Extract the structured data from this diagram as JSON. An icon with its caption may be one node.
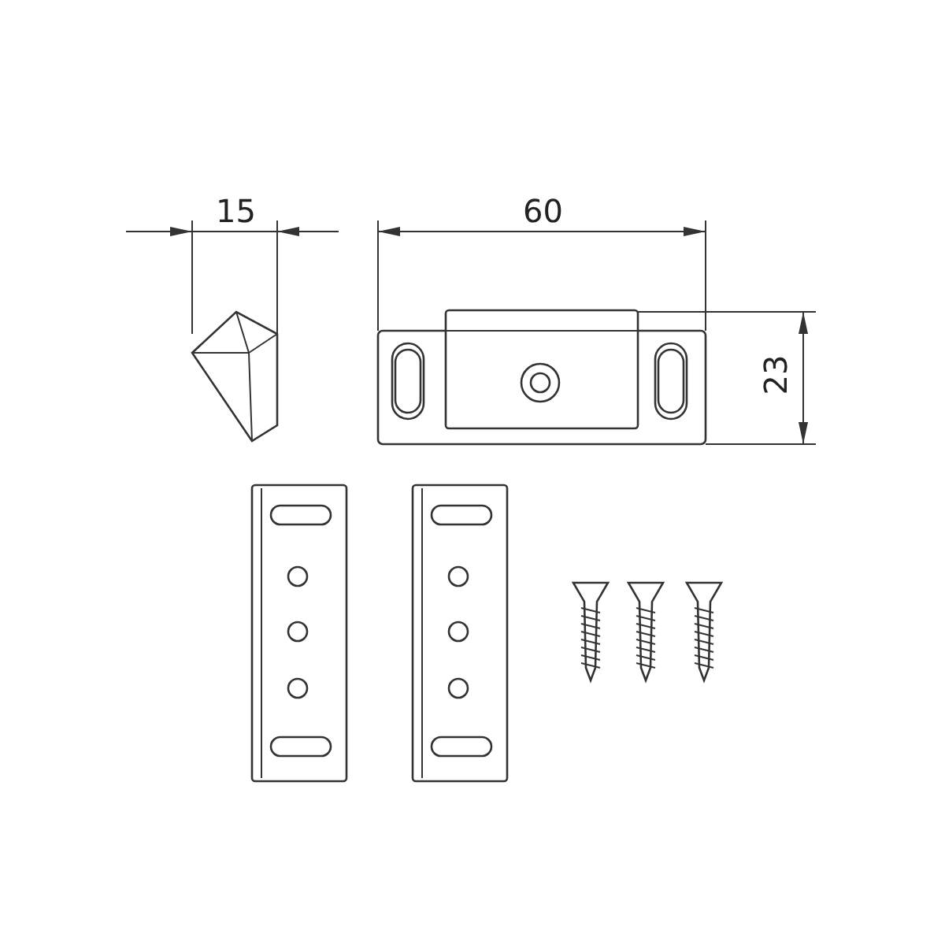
{
  "diagram": {
    "labels": [
      "15",
      "60",
      "23"
    ]
  }
}
